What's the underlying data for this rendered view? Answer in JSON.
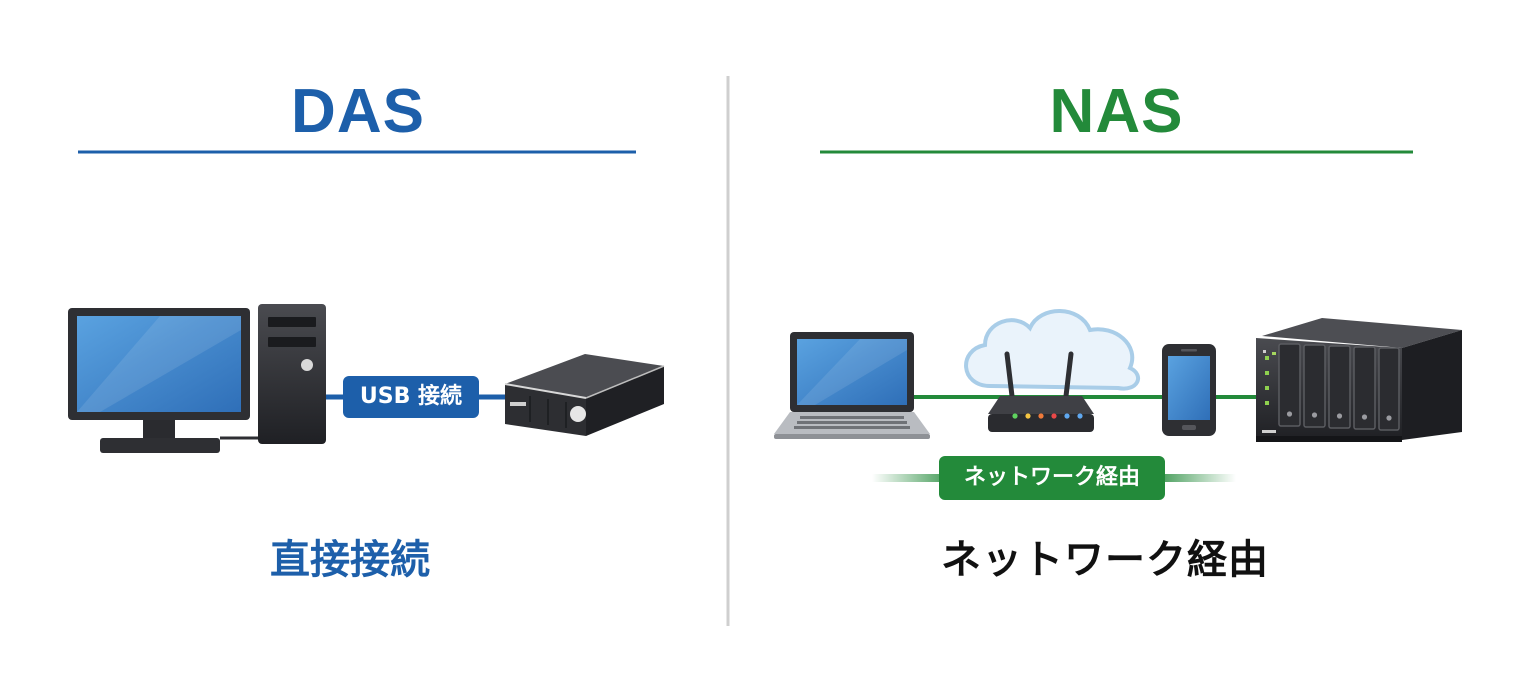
{
  "colors": {
    "das_accent": "#1d5faa",
    "nas_accent": "#238a3a",
    "divider": "#cfcfcf",
    "text_dark": "#111111",
    "device_body": "#2e2f33",
    "screen_blue": "#3d86cc",
    "cloud": "#cfe3f3"
  },
  "das": {
    "title": "DAS",
    "link_label": "USB 接続",
    "caption": "直接接続",
    "icons": [
      "desktop-monitor-icon",
      "pc-tower-icon",
      "external-hdd-icon"
    ]
  },
  "nas": {
    "title": "NAS",
    "link_label": "ネットワーク経由",
    "caption": "ネットワーク経由",
    "icons": [
      "laptop-icon",
      "cloud-icon",
      "wifi-router-icon",
      "smartphone-icon",
      "nas-server-icon"
    ]
  }
}
